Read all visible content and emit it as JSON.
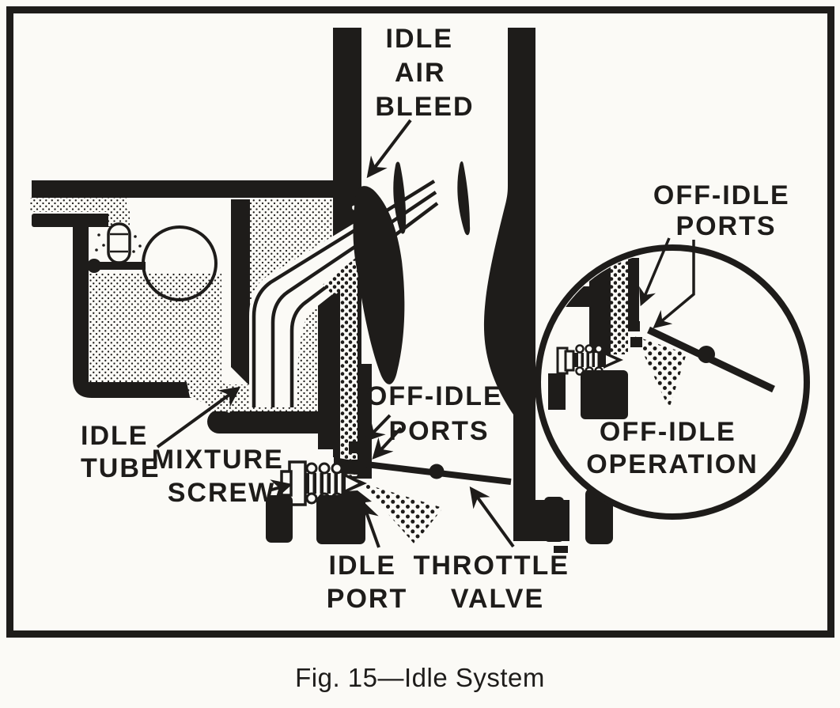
{
  "figure": {
    "caption": "Fig. 15—Idle System",
    "labels": {
      "idle_air_bleed": [
        "IDLE",
        "AIR",
        "BLEED"
      ],
      "off_idle_ports_main": [
        "OFF-IDLE",
        "PORTS"
      ],
      "idle_tube": [
        "IDLE",
        "TUBE"
      ],
      "mixture_screw": [
        "MIXTURE",
        "SCREW"
      ],
      "idle_port": [
        "IDLE",
        "PORT"
      ],
      "throttle_valve": [
        "THROTTLE",
        "VALVE"
      ],
      "off_idle_ports_inset": [
        "OFF-IDLE",
        "PORTS"
      ],
      "off_idle_operation": [
        "OFF-IDLE",
        "OPERATION"
      ]
    },
    "colors": {
      "ink": "#1e1c1a",
      "paper": "#fbfaf6"
    }
  }
}
